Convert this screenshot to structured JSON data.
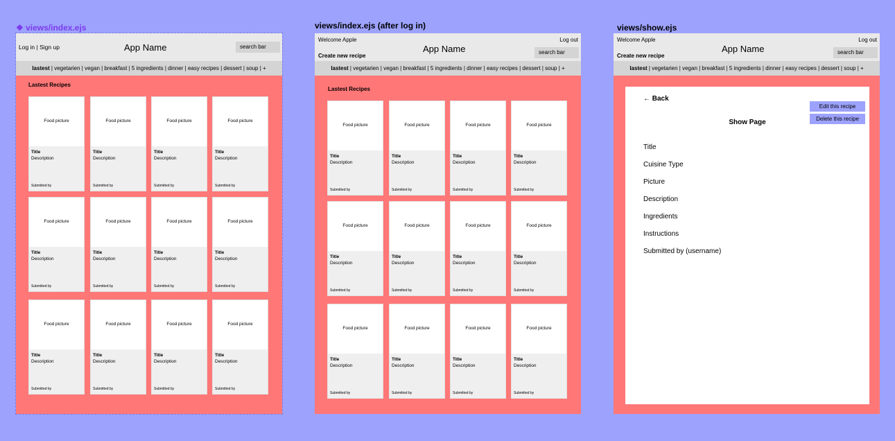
{
  "labels": {
    "frame1": "❖ views/index.ejs",
    "frame2": "views/index.ejs (after log in)",
    "frame3": "views/show.ejs"
  },
  "common": {
    "app_name": "App Name",
    "search": "search bar",
    "nav_first": "lastest",
    "nav_rest": " | vegetarien | vegan | breakfast | 5 ingredients | dinner | easy recipes | dessert | soup | +"
  },
  "frame1": {
    "login": "Log in | Sign up",
    "section_title": "Lastest Recipes"
  },
  "frame2": {
    "welcome": "Welcome Apple",
    "logout": "Log out",
    "create": "Create new recipe",
    "section_title": "Lastest Recipes"
  },
  "frame3": {
    "welcome": "Welcome Apple",
    "logout": "Log out",
    "create": "Create new recipe",
    "back": "← Back",
    "show_title": "Show Page",
    "edit": "Edit this recipe",
    "delete": "Delete this recipe",
    "fields": [
      "Title",
      "Cuisine Type",
      "Picture",
      "Description",
      "Ingredients",
      "Instructions",
      "Submitted by (username)"
    ]
  },
  "card": {
    "picture": "Food picture",
    "title": "Title",
    "description": "Description",
    "submitted": "Submitted by"
  },
  "colors": {
    "canvas": "#9da2fd",
    "content": "#ff7777",
    "header": "#e9e9e9",
    "nav": "#d4d4d4",
    "button": "#9da2fd"
  }
}
